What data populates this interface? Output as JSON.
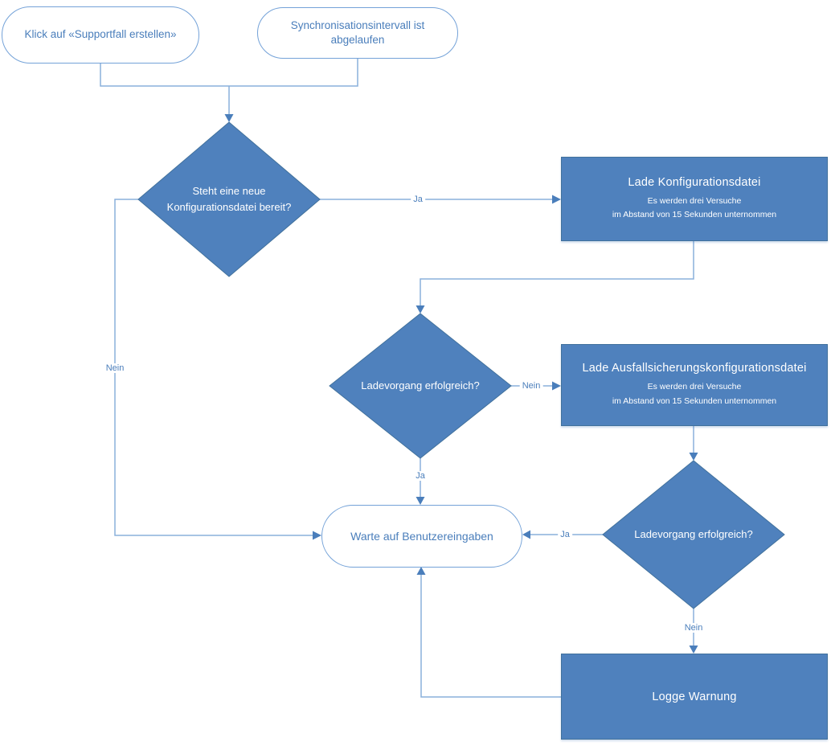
{
  "colors": {
    "shape_fill": "#4F81BD",
    "shape_border": "#41719C",
    "terminator_border": "#74A2D8",
    "blue_text": "#4A7EBB",
    "connector_line": "#8AB0DC",
    "arrowhead": "#4A7EBB",
    "background": "#FFFFFF"
  },
  "nodes": {
    "start_click": {
      "label": "Klick auf «Supportfall erstellen»"
    },
    "start_sync": {
      "label": "Synchronisationsintervall ist abgelaufen"
    },
    "decision_new_config": {
      "label": "Steht eine neue Konfigurationsdatei bereit?"
    },
    "process_load_config": {
      "title": "Lade Konfigurationsdatei",
      "note_line1": "Es werden drei Versuche",
      "note_line2": "im Abstand von 15 Sekunden unternommen"
    },
    "decision_load_success_1": {
      "label": "Ladevorgang erfolgreich?"
    },
    "process_load_failover": {
      "title": "Lade Ausfallsicherungskonfigurationsdatei",
      "note_line1": "Es werden drei Versuche",
      "note_line2": "im Abstand von 15 Sekunden unternommen"
    },
    "decision_load_success_2": {
      "label": "Ladevorgang erfolgreich?"
    },
    "terminator_wait": {
      "label": "Warte auf Benutzereingaben"
    },
    "process_log_warning": {
      "title": "Logge Warnung"
    }
  },
  "edge_labels": {
    "decision1_yes": "Ja",
    "decision1_no": "Nein",
    "decision2_yes": "Ja",
    "decision2_no": "Nein",
    "decision3_yes": "Ja",
    "decision3_no": "Nein"
  }
}
